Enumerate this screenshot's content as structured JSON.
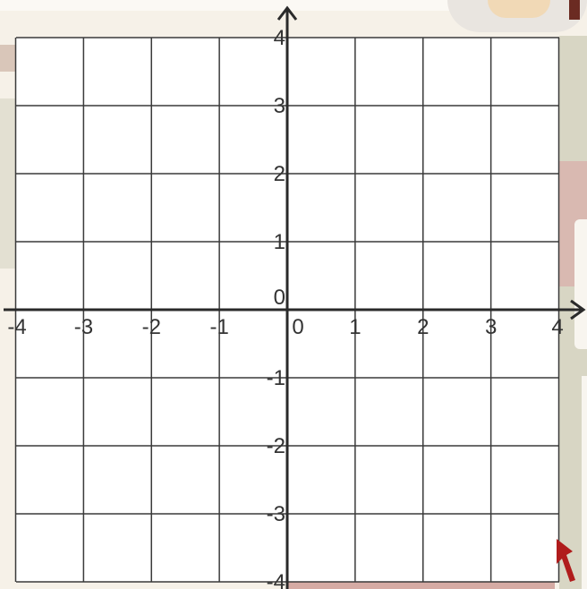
{
  "graph": {
    "x_range": [
      -4,
      4
    ],
    "y_range": [
      -4,
      4
    ],
    "grid_step": 1,
    "x_ticks": [
      "-4",
      "-3",
      "-2",
      "-1",
      "0",
      "1",
      "2",
      "3",
      "4"
    ],
    "y_ticks_positive": [
      "4",
      "3",
      "2",
      "1",
      "0"
    ],
    "y_ticks_negative": [
      "-1",
      "-2",
      "-3",
      "-4"
    ],
    "colors": {
      "grid_fill": "#ffffff",
      "grid_line": "#3a3a3a",
      "axis": "#2a2a2a",
      "tick_text": "#333333",
      "background": "#f6f1e8"
    }
  },
  "background": {
    "cursor_arrow_color": "#b01c1c"
  }
}
